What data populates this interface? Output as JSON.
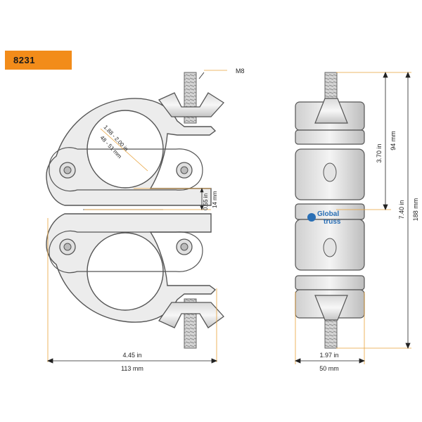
{
  "product": {
    "code": "8231",
    "tag_color": "#f28c1a"
  },
  "dimensions": {
    "bolt": "M8",
    "tube_in": "1.88 - 2.00 in",
    "tube_mm": "48 - 51 mm",
    "gap_in": "0.55 in",
    "gap_mm": "14 mm",
    "width_in": "4.45 in",
    "width_mm": "113 mm",
    "half_h_in": "3.70 in",
    "half_h_mm": "94 mm",
    "total_h_in": "7.40 in",
    "total_h_mm": "188 mm",
    "depth_in": "1.97 in",
    "depth_mm": "50 mm"
  },
  "logo": {
    "line1": "Global",
    "line2": "truss"
  },
  "colors": {
    "dimension_line": "#e8a23a",
    "outline": "#555555",
    "metal_fill": "#e9e9e9"
  }
}
